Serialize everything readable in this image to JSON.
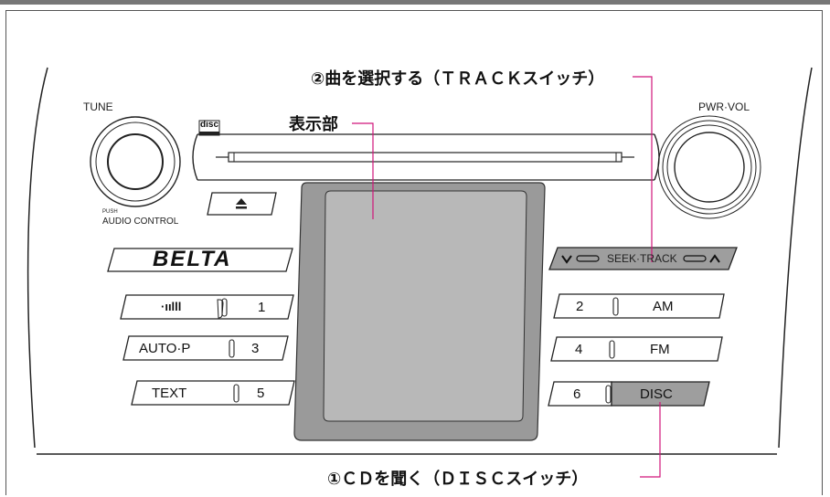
{
  "callouts": {
    "track": "②曲を選択する（ＴＲＡＣＫスイッチ）",
    "display": "表示部",
    "disc": "①ＣＤを聞く（ＤＩＳＣスイッチ）"
  },
  "knobs": {
    "tune": "TUNE",
    "push": "PUSH",
    "audio_control": "AUDIO CONTROL",
    "pwr_vol": "PWR·VOL"
  },
  "brand": "BELTA",
  "disc_logo": "disc",
  "seek_track": "SEEK·TRACK",
  "buttons_left": [
    {
      "label": "·ıılll",
      "num": "1"
    },
    {
      "label": "AUTO·P",
      "num": "3"
    },
    {
      "label": "TEXT",
      "num": "5"
    }
  ],
  "buttons_right": [
    {
      "num": "2",
      "label": "AM"
    },
    {
      "num": "4",
      "label": "FM"
    },
    {
      "num": "6",
      "label": "DISC"
    }
  ],
  "colors": {
    "leader": "#d0157a",
    "screen_bezel": "#9a9a9a",
    "screen": "#b8b8b8",
    "disc_button": "#9e9e9e"
  }
}
